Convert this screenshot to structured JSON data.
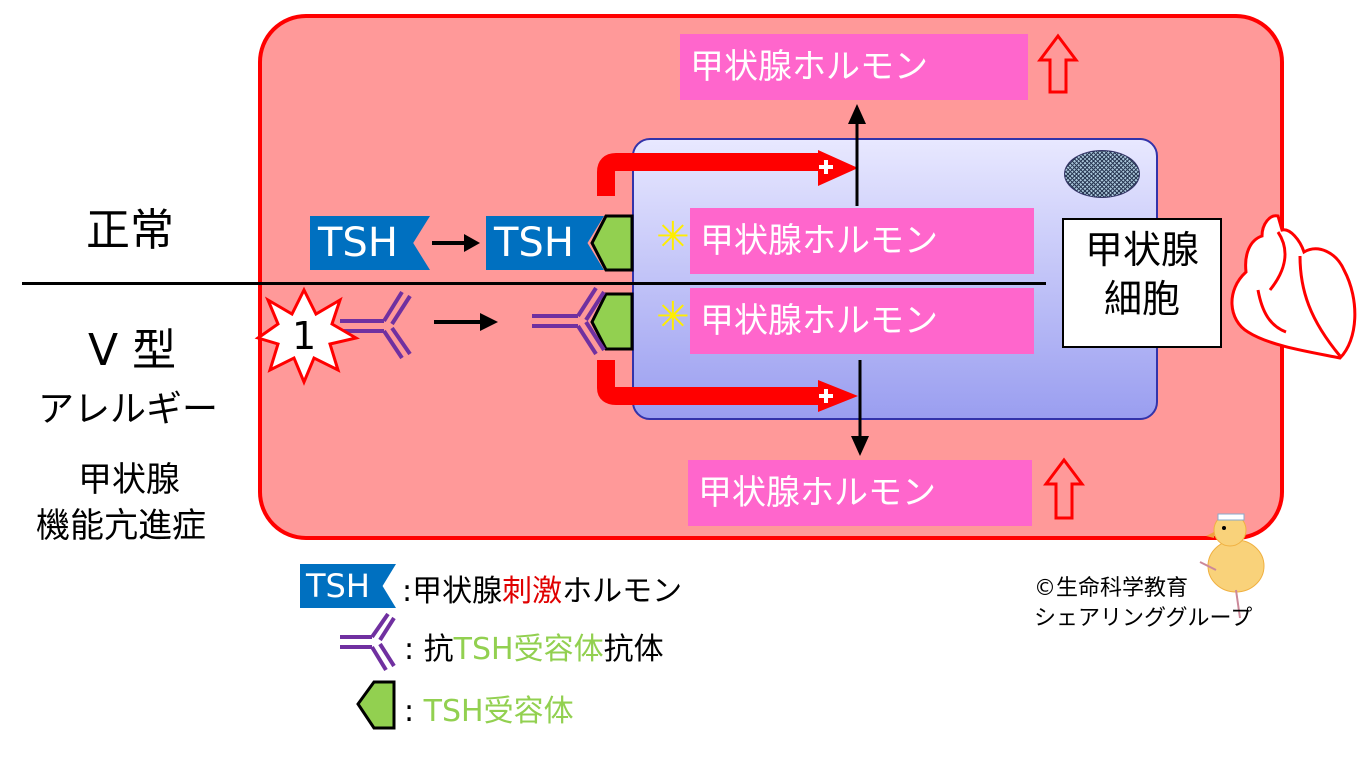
{
  "left_labels": {
    "normal": "正常",
    "type5": "V 型",
    "allergy": "アレルギー",
    "disease_line1": "甲状腺",
    "disease_line2": "機能亢進症"
  },
  "diagram": {
    "tsh_label": "TSH",
    "explosion_number": "1",
    "cell_label_line1": "甲状腺",
    "cell_label_line2": "細胞",
    "hormone_top": "甲状腺ホルモン",
    "hormone_bottom": "甲状腺ホルモン",
    "hormone_inner_normal": "甲状腺ホルモン",
    "hormone_inner_type5": "甲状腺ホルモン",
    "asterisk": "✳",
    "plus": "+",
    "up_arrow_meaning": "increase"
  },
  "legend": {
    "tsh_icon_label": "TSH",
    "tsh_colon": ":",
    "tsh_desc_a": "甲状腺",
    "tsh_desc_b": "刺激",
    "tsh_desc_c": "ホルモン",
    "antibody_colon": ":",
    "antibody_desc_a": "抗",
    "antibody_desc_b": "TSH受容体",
    "antibody_desc_c": "抗体",
    "receptor_colon": ":",
    "receptor_desc": "TSH受容体"
  },
  "credit": {
    "line1": "©生命科学教育",
    "line2": "シェアリンググループ"
  },
  "colors": {
    "panel": "#ff9999",
    "panel_border": "#ff0000",
    "tsh": "#0070c0",
    "hormone": "#ff66cc",
    "receptor": "#92d050",
    "antibody": "#7030a0",
    "emphasis_red": "#e00000"
  }
}
